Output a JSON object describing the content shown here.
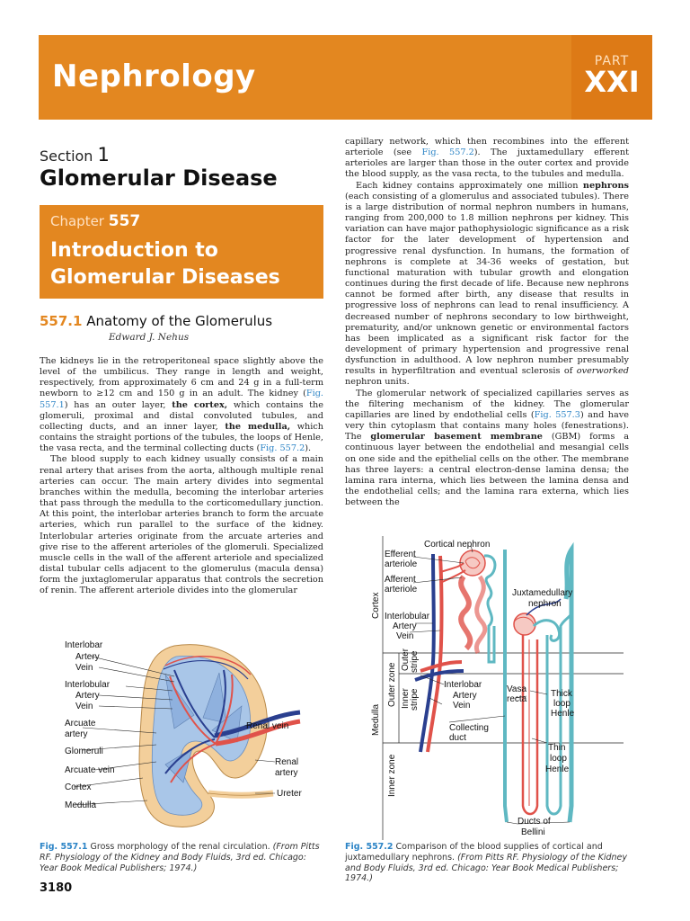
{
  "header": {
    "title": "Nephrology",
    "part_label": "PART",
    "part_number": "XXI"
  },
  "section": {
    "label": "Section",
    "number": "1",
    "title": "Glomerular Disease"
  },
  "chapter": {
    "label": "Chapter",
    "number": "557",
    "title_line1": "Introduction to",
    "title_line2": "Glomerular Diseases"
  },
  "subsection": {
    "number": "557.1",
    "title": "Anatomy of the Glomerulus",
    "author": "Edward J. Nehus"
  },
  "left_col": {
    "p1_a": "The kidneys lie in the retroperitoneal space slightly above the level of the umbilicus. They range in length and weight, respectively, from approximately 6 cm and 24 g in a full-term newborn to ≥12 cm and 150 g in an adult. The kidney (",
    "p1_link1": "Fig. 557.1",
    "p1_b": ") has an outer layer, ",
    "p1_cortex": "the cortex,",
    "p1_c": " which contains the glomeruli, proximal and distal convoluted tubules, and collecting ducts, and an inner layer, ",
    "p1_medulla": "the medulla,",
    "p1_d": " which contains the straight portions of the tubules, the loops of Henle, the vasa recta, and the terminal collecting ducts (",
    "p1_link2": "Fig. 557.2",
    "p1_e": ").",
    "p2": "The blood supply to each kidney usually consists of a main renal artery that arises from the aorta, although multiple renal arteries can occur. The main artery divides into segmental branches within the medulla, becoming the interlobar arteries that pass through the medulla to the corticomedullary junction. At this point, the interlobar arteries branch to form the arcuate arteries, which run parallel to the surface of the kidney. Interlobular arteries originate from the arcuate arteries and give rise to the afferent arterioles of the glomeruli. Specialized muscle cells in the wall of the afferent arteriole and specialized distal tubular cells adjacent to the glomerulus (macula densa) form the juxtaglomerular apparatus that controls the secretion of renin. The afferent arteriole divides into the glomerular"
  },
  "right_col": {
    "p1_a": "capillary network, which then recombines into the efferent arteriole (see ",
    "p1_link": "Fig. 557.2",
    "p1_b": "). The juxtamedullary efferent arterioles are larger than those in the outer cortex and provide the blood supply, as the vasa recta, to the tubules and medulla.",
    "p2_a": "Each kidney contains approximately one million ",
    "p2_bold": "nephrons",
    "p2_b": " (each consisting of a glomerulus and associated tubules). There is a large distribution of normal nephron numbers in humans, ranging from 200,000 to 1.8 million nephrons per kidney. This variation can have major pathophysiologic significance as a risk factor for the later development of hypertension and progressive renal dysfunction. In humans, the formation of nephrons is complete at 34-36 weeks of gestation, but functional maturation with tubular growth and elongation continues during the first decade of life. Because new nephrons cannot be formed after birth, any disease that results in progressive loss of nephrons can lead to renal insufficiency. A decreased number of nephrons secondary to low birthweight, prematurity, and/or unknown genetic or environmental factors has been implicated as a significant risk factor for the development of primary hypertension and progressive renal dysfunction in adulthood. A low nephron number presumably results in hyperfiltration and eventual sclerosis of ",
    "p2_italic": "overworked",
    "p2_c": " nephron units.",
    "p3_a": "The glomerular network of specialized capillaries serves as the filtering mechanism of the kidney. The glomerular capillaries are lined by endothelial cells (",
    "p3_link": "Fig. 557.3",
    "p3_b": ") and have very thin cytoplasm that contains many holes (fenestrations). The ",
    "p3_bold": "glomerular basement membrane",
    "p3_c": " (GBM) forms a continuous layer between the endothelial and mesangial cells on one side and the epithelial cells on the other. The membrane has three layers: a central electron-dense lamina densa; the lamina rara interna, which lies between the lamina densa and the endothelial cells; and the lamina rara externa, which lies between the"
  },
  "fig1": {
    "labels": {
      "interlobar": "Interlobar",
      "artery1": "Artery",
      "vein1": "Vein",
      "interlobular": "Interlobular",
      "artery2": "Artery",
      "vein2": "Vein",
      "arcuate_artery_1": "Arcuate",
      "arcuate_artery_2": "artery",
      "glomeruli": "Glomeruli",
      "arcuate_vein": "Arcuate vein",
      "cortex": "Cortex",
      "medulla": "Medulla",
      "renal_vein": "Renal vein",
      "renal_artery_1": "Renal",
      "renal_artery_2": "artery",
      "ureter": "Ureter"
    },
    "caption_label": "Fig. 557.1",
    "caption_text": "Gross morphology of the renal circulation. ",
    "caption_source": "(From Pitts RF. Physiology of the Kidney and Body Fluids, 3rd ed. Chicago: Year Book Medical Publishers; 1974.)"
  },
  "fig2": {
    "labels": {
      "cortical_nephron": "Cortical nephron",
      "efferent_1": "Efferent",
      "efferent_2": "arteriole",
      "afferent_1": "Afferent",
      "afferent_2": "arteriole",
      "juxta_1": "Juxtamedullary",
      "juxta_2": "nephron",
      "cortex": "Cortex",
      "interlobular": "Interlobular",
      "artery": "Artery",
      "vein": "Vein",
      "outer_zone": "Outer zone",
      "outer_stripe_1": "Outer",
      "outer_stripe_2": "stripe",
      "inner_stripe_1": "Inner",
      "inner_stripe_2": "stripe",
      "interlobar": "Interlobar",
      "artery2": "Artery",
      "vein2": "Vein",
      "vasa_recta_1": "Vasa",
      "vasa_recta_2": "recta",
      "thick_1": "Thick",
      "thick_2": "loop",
      "thick_3": "Henle",
      "medulla": "Medulla",
      "collecting_1": "Collecting",
      "collecting_2": "duct",
      "thin_1": "Thin",
      "thin_2": "loop",
      "thin_3": "Henle",
      "inner_zone": "Inner zone",
      "ducts_1": "Ducts of",
      "ducts_2": "Bellini"
    },
    "caption_label": "Fig. 557.2",
    "caption_text": "Comparison of the blood supplies of cortical and juxtamedullary nephrons. ",
    "caption_source": "(From Pitts RF. Physiology of the Kidney and Body Fluids, 3rd ed. Chicago: Year Book Medical Publishers; 1974.)"
  },
  "page_number": "3180",
  "colors": {
    "accent": "#e38720",
    "link": "#2c84c6",
    "artery": "#e0524a",
    "vein": "#2a3f8f",
    "tubule": "#5fb8c2"
  }
}
